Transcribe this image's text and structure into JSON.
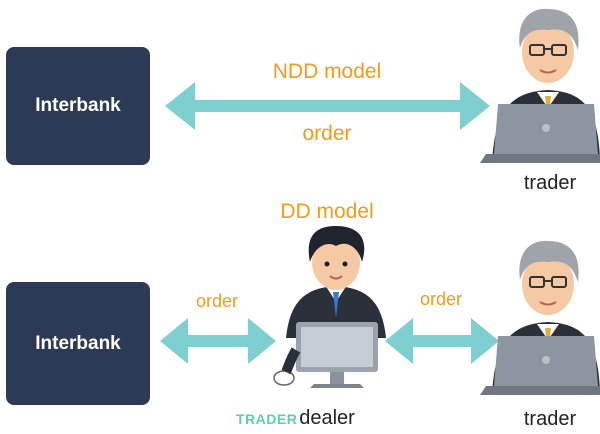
{
  "boxes": {
    "top": "Interbank",
    "bottom": "Interbank"
  },
  "labels": {
    "ndd_model": "NDD model",
    "order_top": "order",
    "dd_model": "DD model",
    "order_left": "order",
    "order_right": "order",
    "trader_top": "trader",
    "dealer": "dealer",
    "trader_bottom": "trader"
  },
  "watermark": "TRADER",
  "colors": {
    "box": "#2d3a55",
    "arrow": "#7dcfd0",
    "label_orange": "#f39b1b",
    "suit": "#2b2f3a",
    "laptop": "#9aa2ad"
  }
}
